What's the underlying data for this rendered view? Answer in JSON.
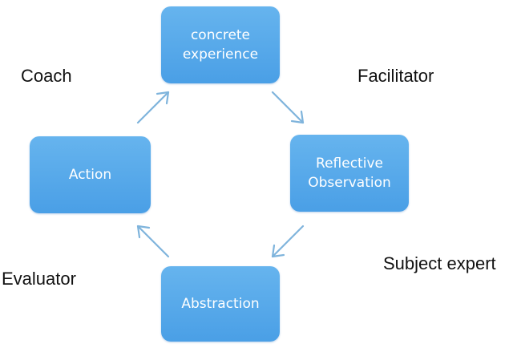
{
  "cycle": {
    "stages": [
      {
        "line1": "concrete",
        "line2": "experience"
      },
      {
        "line1": "Reflective",
        "line2": "Observation"
      },
      {
        "line1": "Abstraction"
      },
      {
        "line1": "Action"
      }
    ]
  },
  "roles": {
    "coach": "Coach",
    "facilitator": "Facilitator",
    "subject_expert": "Subject expert",
    "evaluator": "Evaluator"
  },
  "colors": {
    "box_fill": "#4a9fe6",
    "box_text": "#ffffff",
    "arrow": "#7fb4dc",
    "label_text": "#111111"
  }
}
